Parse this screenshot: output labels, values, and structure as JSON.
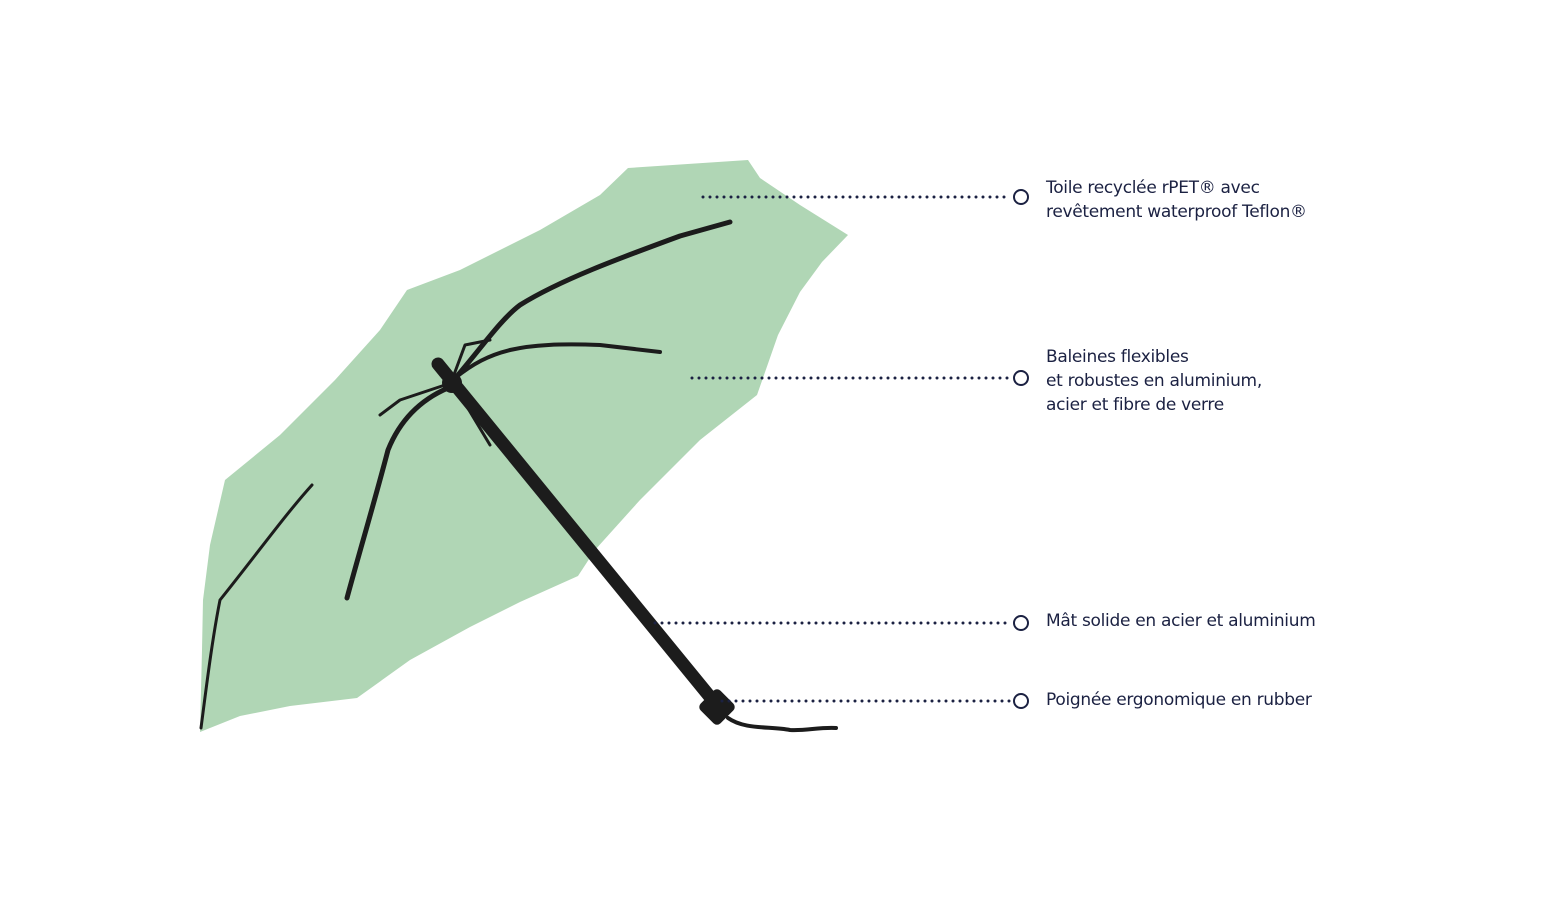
{
  "colors": {
    "canopy": "#b0d6b5",
    "frame": "#1c1c1c",
    "text": "#1b2142",
    "leader": "#1b2142"
  },
  "callouts": [
    {
      "id": "canopy",
      "lines": [
        "Toile recyclée rPET® avec",
        "revêtement waterproof Teflon®"
      ]
    },
    {
      "id": "ribs",
      "lines": [
        "Baleines flexibles",
        "et robustes en aluminium,",
        "acier et fibre de verre"
      ]
    },
    {
      "id": "shaft",
      "lines": [
        "Mât solide en acier et aluminium"
      ]
    },
    {
      "id": "handle",
      "lines": [
        "Poignée ergonomique en rubber"
      ]
    }
  ]
}
